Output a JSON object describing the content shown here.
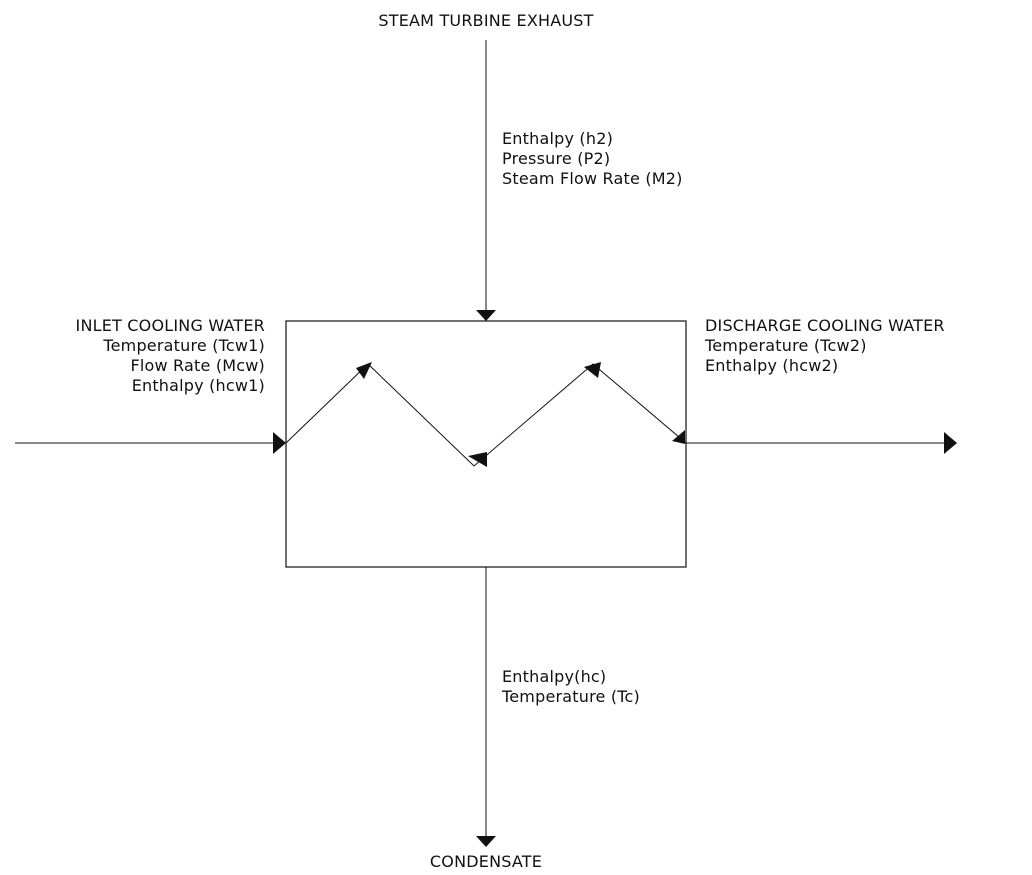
{
  "diagram": {
    "top_label": "STEAM TURBINE EXHAUST",
    "steam_props": [
      "Enthalpy (h2)",
      "Pressure (P2)",
      "Steam Flow Rate (M2)"
    ],
    "inlet": {
      "title": "INLET COOLING WATER",
      "props": [
        "Temperature (Tcw1)",
        "Flow Rate (Mcw)",
        "Enthalpy (hcw1)"
      ]
    },
    "discharge": {
      "title": "DISCHARGE COOLING WATER",
      "props": [
        "Temperature (Tcw2)",
        "Enthalpy (hcw2)"
      ]
    },
    "condensate_props": [
      "Enthalpy(hc)",
      "Temperature (Tc)"
    ],
    "bottom_label": "CONDENSATE"
  },
  "colors": {
    "line": "#111111",
    "background": "#ffffff"
  }
}
